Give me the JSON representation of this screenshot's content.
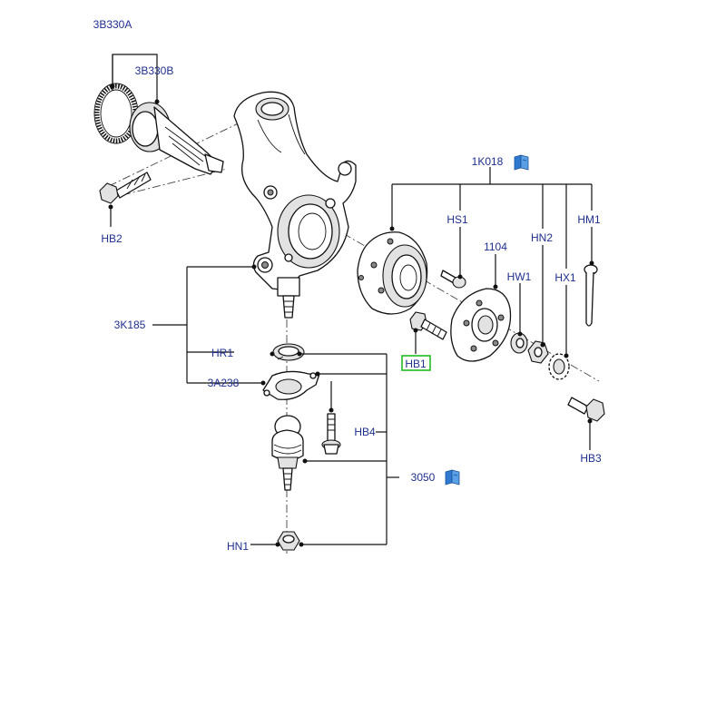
{
  "labels": {
    "ring_3b330a": "3B330A",
    "seal_3b330b": "3B330B",
    "bolt_hb2": "HB2",
    "arm_3k185": "3K185",
    "circlip_hr1": "HR1",
    "shield_3a238": "3A238",
    "bolt_hb4": "HB4",
    "balljoint_3050": "3050",
    "nut_hn1": "HN1",
    "hub_1k018": "1K018",
    "screw_hs1": "HS1",
    "disc_1104": "1104",
    "washer_hw1": "HW1",
    "nut_hn2": "HN2",
    "retainer_hx1": "HX1",
    "pin_hm1": "HM1",
    "bolt_hb1": "HB1",
    "bolt_hb3": "HB3"
  },
  "selected_label": "HB1",
  "icons": {
    "info_1k018": "book-icon",
    "info_3050": "book-icon"
  },
  "colors": {
    "label_text": "#1f2f8f",
    "highlight_border": "#22bb22",
    "book_icon": "#2f7ad0"
  }
}
